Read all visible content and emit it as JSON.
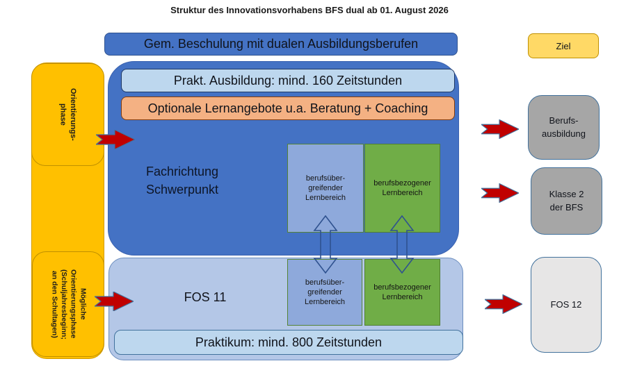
{
  "title": "Struktur des Innovationsvorhabens BFS dual ab 01. August 2026",
  "left_column": {
    "orientierungsphase": "Orientierungs-\nphase",
    "moegliche_phase": "Mögliche\nOrientierungsphase\n(Schuljahresbeginn;\nan den Schultagen)"
  },
  "bfs_section": {
    "header": "Gem. Beschulung mit dualen Ausbildungsberufen",
    "praktische_ausbildung": "Prakt. Ausbildung: mind. 160 Zeitstunden",
    "optionale_angebote": "Optionale Lernangebote u.a. Beratung + Coaching",
    "fachrichtung": "Fachrichtung\nSchwerpunkt",
    "lernbereich_uebergreifend": "berufsüber-\ngreifender\nLernbereich",
    "lernbereich_berufsbezogen": "berufsbezogener\nLernbereich"
  },
  "fos_section": {
    "label": "FOS 11",
    "lernbereich_uebergreifend": "berufsüber-\ngreifender\nLernbereich",
    "lernbereich_berufsbezogen": "berufsbezogener\nLernbereich",
    "praktikum": "Praktikum: mind. 800 Zeitstunden"
  },
  "goal_column": {
    "ziel_label": "Ziel",
    "berufsausbildung": "Berufs-\nausbildung",
    "klasse2": "Klasse 2\nder BFS",
    "fos12": "FOS 12"
  },
  "colors": {
    "primary_blue": "#4472C4",
    "light_blue_bar": "#BDD7EE",
    "fos_blue": "#B4C7E7",
    "lernbereich_blue": "#8EA9DB",
    "lernbereich_green": "#70AD47",
    "orange_bar": "#F4B183",
    "yellow": "#FFC000",
    "yellow_light": "#FFD966",
    "gray_goal": "#A6A6A6",
    "gray_light_goal": "#E7E6E6",
    "arrow_red": "#C00000"
  }
}
